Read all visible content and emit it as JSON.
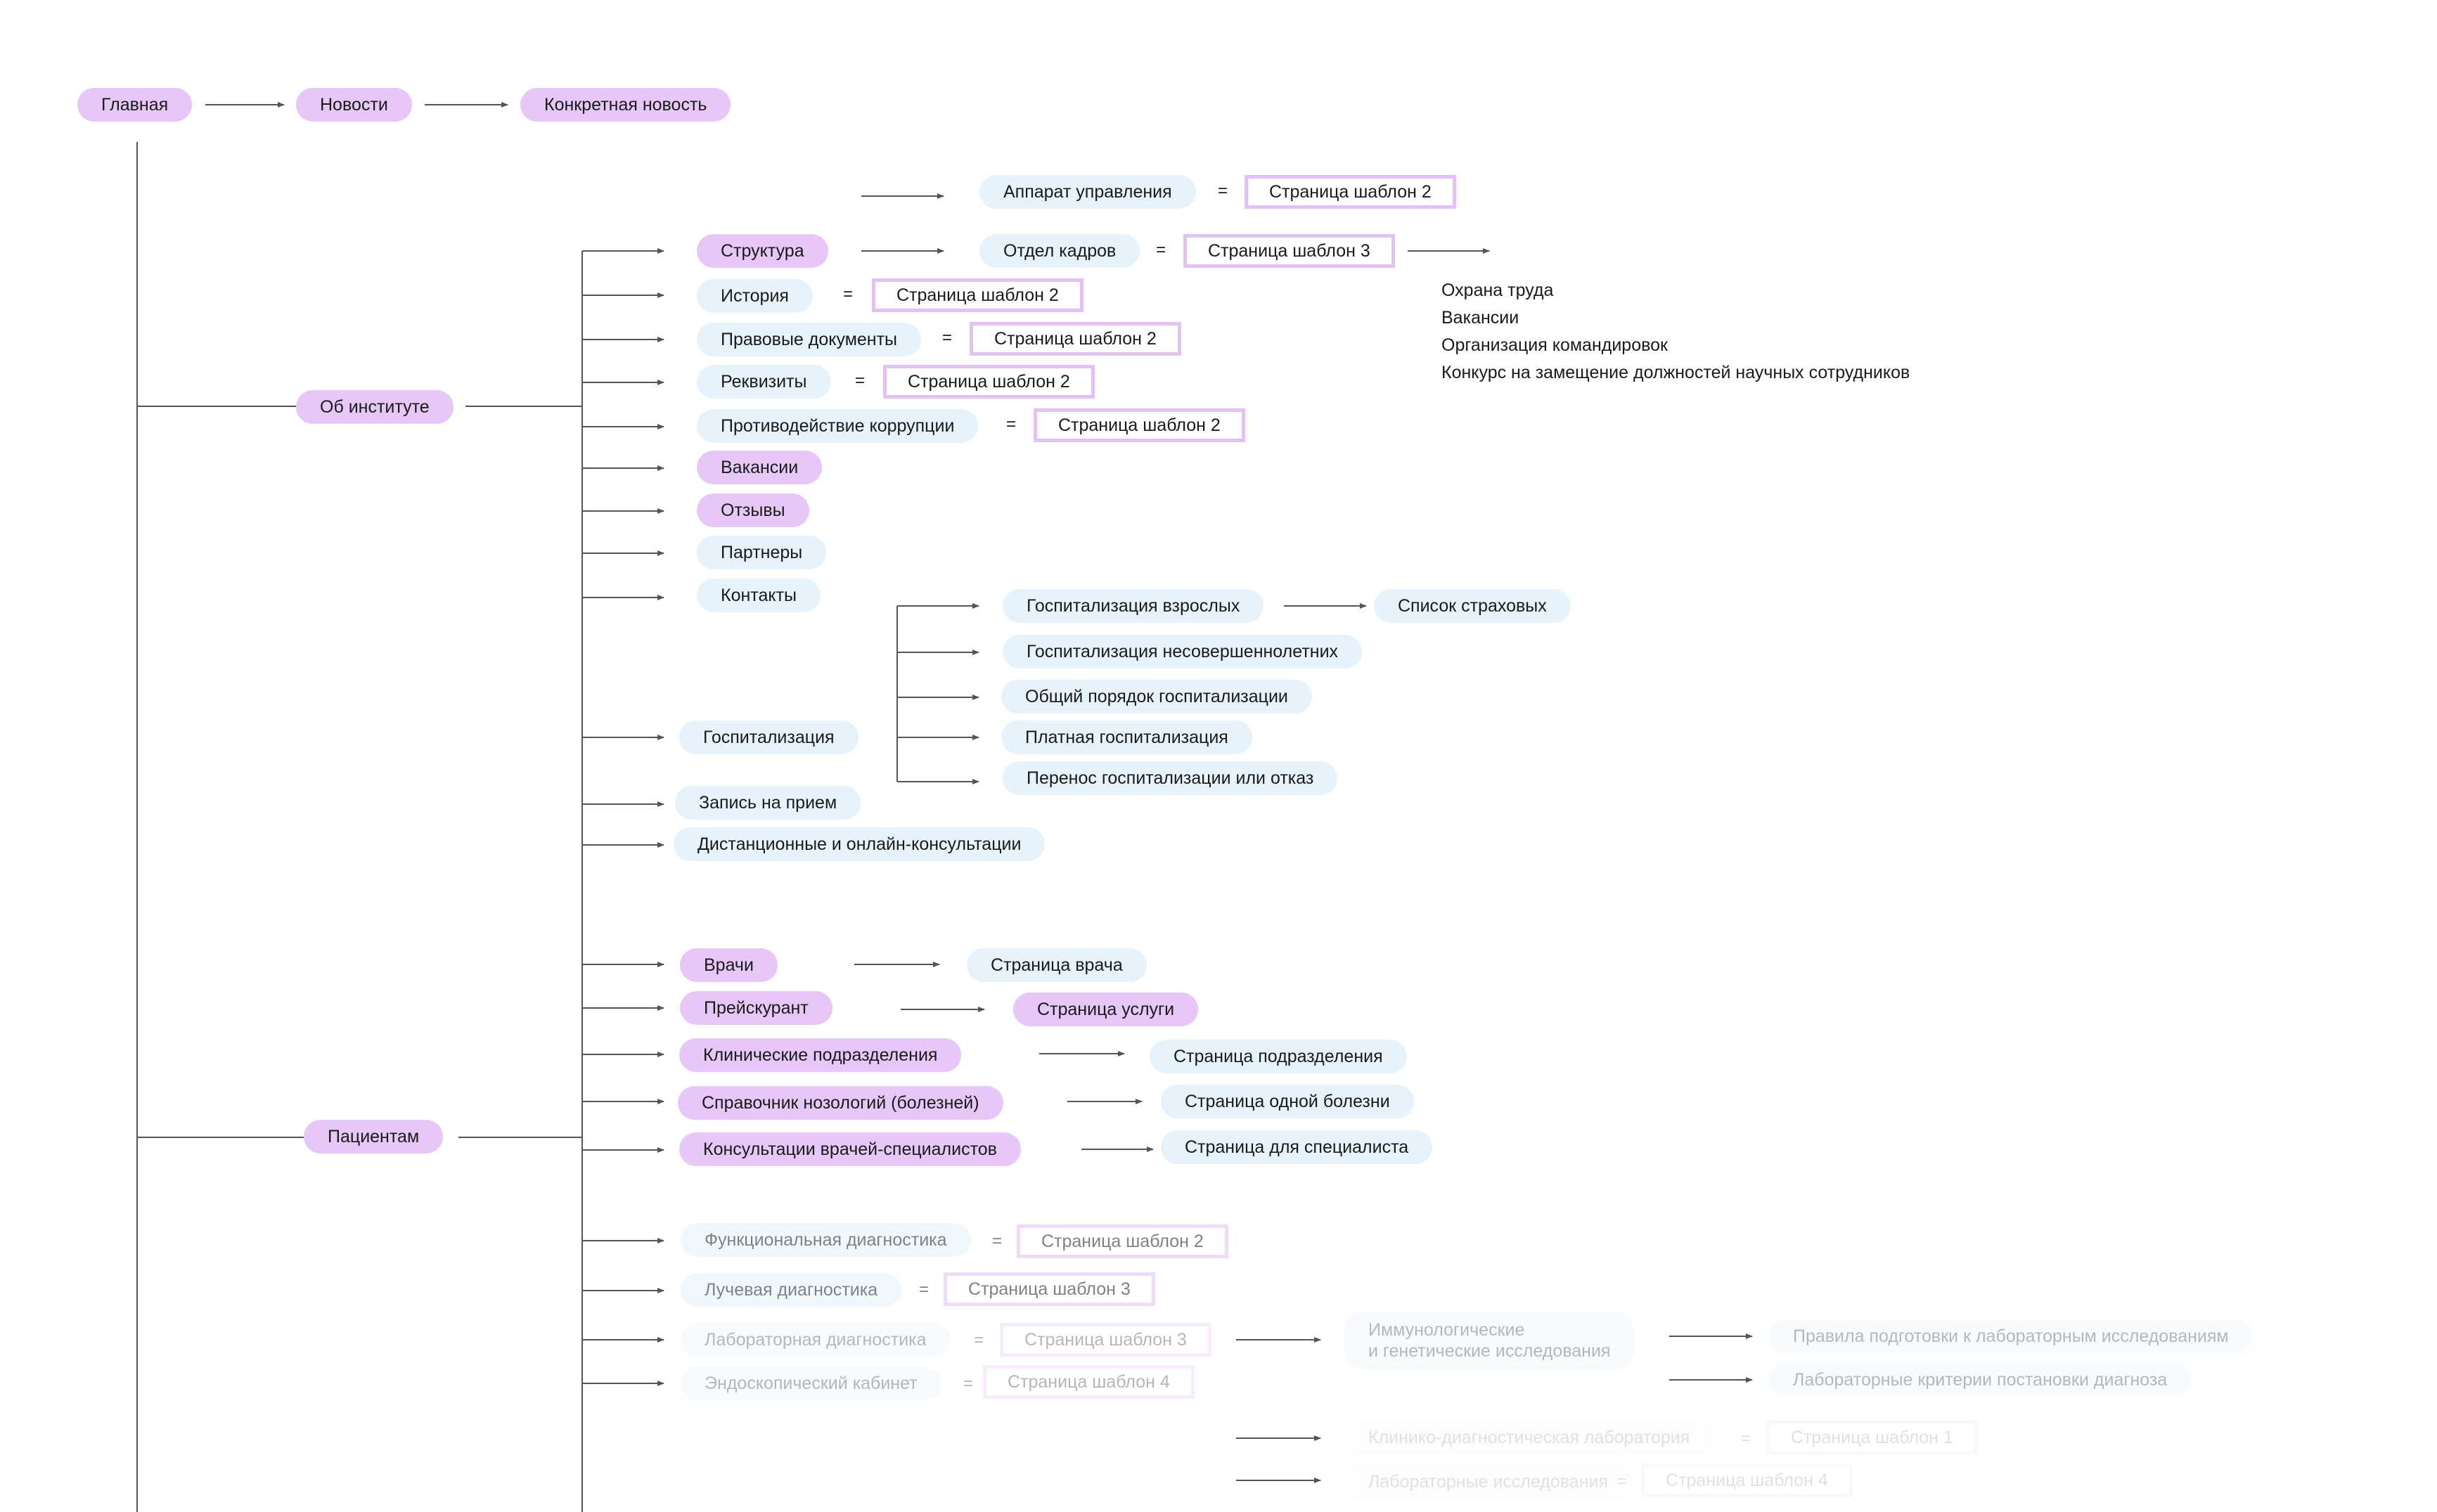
{
  "header_row": {
    "home": "Главная",
    "news": "Новости",
    "news_item": "Конкретная новость"
  },
  "about": {
    "label": "Об институте",
    "structure": {
      "label": "Структура",
      "management": "Аппарат управления",
      "hr": "Отдел кадров",
      "hr_subitems": [
        "Охрана труда",
        "Вакансии",
        "Организация командировок",
        "Конкурс на замещение должностей научных сотрудников"
      ]
    },
    "history": "История",
    "legal_docs": "Правовые документы",
    "requisites": "Реквизиты",
    "anticorruption": "Противодействие коррупции",
    "vacancies": "Вакансии",
    "reviews": "Отзывы",
    "partners": "Партнеры",
    "contacts": "Контакты"
  },
  "hospitalization": {
    "label": "Госпитализация",
    "adults": "Госпитализация взрослых",
    "insurers": "Список страховых",
    "minors": "Госпитализация несовершеннолетних",
    "general": "Общий порядок госпитализации",
    "paid": "Платная госпитализация",
    "transfer": "Перенос госпитализации или отказ"
  },
  "appointment": "Запись на прием",
  "remote": "Дистанционные и онлайн-консультации",
  "patients": {
    "label": "Пациентам",
    "doctors": "Врачи",
    "doctor_page": "Страница врача",
    "price": "Прейскурант",
    "service_page": "Страница услуги",
    "clinical": "Клинические подразделения",
    "unit_page": "Страница подразделения",
    "nosology": "Справочник нозологий (болезней)",
    "disease_page": "Страница одной болезни",
    "consult": "Консультации врачей-специалистов",
    "specialist_page": "Страница для специалиста",
    "functional": "Функциональная диагностика",
    "radiation": "Лучевая диагностика",
    "lab": "Лабораторная диагностика",
    "endoscopy": "Эндоскопический кабинет",
    "immuno": [
      "Иммунологические",
      "и генетические исследования"
    ],
    "lab_prep": "Правила подготовки к лабораторным исследованиям",
    "lab_criteria": "Лабораторные критерии постановки диагноза",
    "clinical_lab": "Клинико-диагностическая лаборатория",
    "lab_faded": "Лабораторные исследования"
  },
  "templates": {
    "t1": "Страница шаблон 1",
    "t2": "Страница шаблон 2",
    "t3": "Страница шаблон 3",
    "t4": "Страница шаблон 4"
  },
  "eq_sign": "=",
  "colors": {
    "purple_node": "#e6c7f7",
    "blue_node": "#e6f3fc",
    "template_border": "#e2c3f4",
    "line": "#555555"
  }
}
